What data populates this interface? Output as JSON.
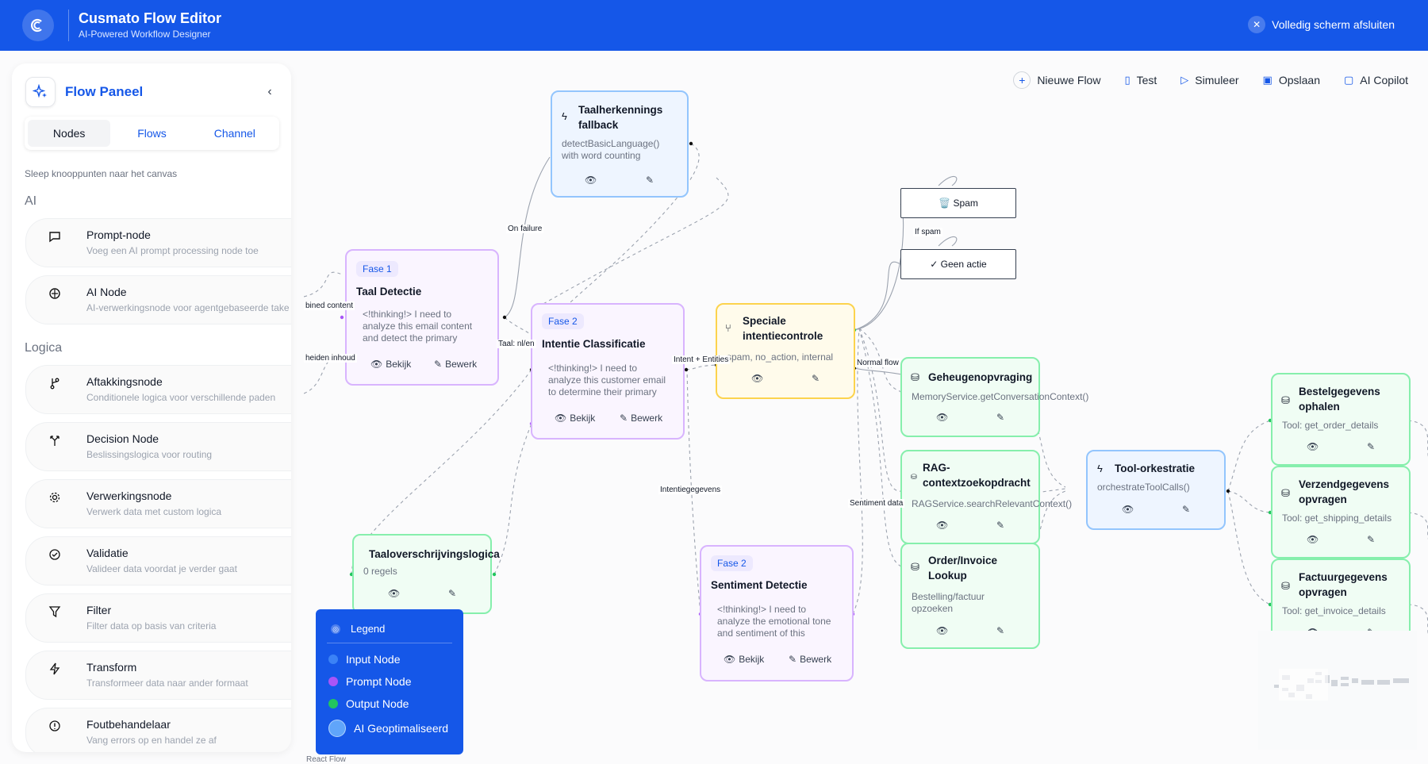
{
  "header": {
    "title": "Cusmato Flow Editor",
    "subtitle": "AI-Powered Workflow Designer",
    "exit_fullscreen": "Volledig scherm afsluiten"
  },
  "sidebar": {
    "title": "Flow Paneel",
    "tabs": [
      "Nodes",
      "Flows",
      "Channel"
    ],
    "hint": "Sleep knooppunten naar het canvas",
    "section_ai": "AI",
    "section_logic": "Logica",
    "items": [
      {
        "title": "Prompt-node",
        "desc": "Voeg een AI prompt processing node toe",
        "icon": "chat-icon"
      },
      {
        "title": "AI Node",
        "desc": "AI-verwerkingsnode voor agentgebaseerde take",
        "icon": "brain-icon"
      },
      {
        "title": "Aftakkingsnode",
        "desc": "Conditionele logica voor verschillende paden",
        "icon": "branch-icon"
      },
      {
        "title": "Decision Node",
        "desc": "Beslissingslogica voor routing",
        "icon": "split-icon"
      },
      {
        "title": "Verwerkingsnode",
        "desc": "Verwerk data met custom logica",
        "icon": "gear-icon"
      },
      {
        "title": "Validatie",
        "desc": "Valideer data voordat je verder gaat",
        "icon": "check-circle-icon"
      },
      {
        "title": "Filter",
        "desc": "Filter data op basis van criteria",
        "icon": "filter-icon"
      },
      {
        "title": "Transform",
        "desc": "Transformeer data naar ander formaat",
        "icon": "bolt-icon"
      },
      {
        "title": "Foutbehandelaar",
        "desc": "Vang errors op en handel ze af",
        "icon": "alert-icon"
      }
    ]
  },
  "toolbar": {
    "new_flow": "Nieuwe Flow",
    "test": "Test",
    "simulate": "Simuleer",
    "save": "Opslaan",
    "copilot": "AI Copilot"
  },
  "actions": {
    "view": "Bekijk",
    "edit": "Bewerk"
  },
  "nodes": {
    "fallback": {
      "title1": "Taalherkennings",
      "title2": "fallback",
      "desc1": "detectBasicLanguage()",
      "desc2": "with word counting"
    },
    "taal": {
      "badge": "Fase 1",
      "title": "Taal Detectie",
      "desc": "<!thinking!> I need to analyze this email content and detect the primary"
    },
    "intentie": {
      "badge": "Fase 2",
      "title": "Intentie Classificatie",
      "desc": "<!thinking!> I need to analyze this customer email to determine their primary"
    },
    "speciale": {
      "title1": "Speciale",
      "title2": "intentiecontrole",
      "sub": "spam, no_action, internal"
    },
    "sentiment": {
      "badge": "Fase 2",
      "title": "Sentiment Detectie",
      "desc": "<!thinking!> I need to analyze the emotional tone and sentiment of this"
    },
    "regels": {
      "title": "Taaloverschrijvingslogica",
      "sub": "0 regels"
    },
    "geheugen": {
      "title": "Geheugenopvraging",
      "sub": "MemoryService.getConversationContext()"
    },
    "rag": {
      "title1": "RAG-",
      "title2": "contextzoekopdracht",
      "sub": "RAGService.searchRelevantContext()"
    },
    "order": {
      "title1": "Order/Invoice",
      "title2": "Lookup",
      "sub1": "Bestelling/factuur",
      "sub2": "opzoeken"
    },
    "tool": {
      "title": "Tool-orkestratie",
      "sub": "orchestrateToolCalls()"
    },
    "bestel": {
      "title1": "Bestelgegevens",
      "title2": "ophalen",
      "sub": "Tool: get_order_details"
    },
    "verzend": {
      "title1": "Verzendgegevens",
      "title2": "opvragen",
      "sub": "Tool: get_shipping_details"
    },
    "factuur": {
      "title1": "Factuurgegevens",
      "title2": "opvragen",
      "sub": "Tool: get_invoice_details"
    },
    "spam": "🗑️ Spam",
    "geen": "✓ Geen actie"
  },
  "edge_labels": {
    "on_failure": "On failure",
    "combined": "bined content",
    "scheiden": "heiden inhoud",
    "taal_nl": "Taal: nl/en",
    "intent": "Intent + Entities",
    "normal": "Normal flow",
    "if_spam": "If spam",
    "intentiegegevens": "Intentiegegevens",
    "sentiment_data": "Sentiment data"
  },
  "legend": {
    "title": "Legend",
    "items": [
      {
        "label": "Input Node",
        "color": "#3b82f6"
      },
      {
        "label": "Prompt Node",
        "color": "#a855f7"
      },
      {
        "label": "Output Node",
        "color": "#22c55e"
      },
      {
        "label": "AI Geoptimaliseerd",
        "color": "#60a5fa"
      }
    ]
  },
  "attribution": "React Flow",
  "colors": {
    "brand": "#1557e8",
    "blue_node": "#93c5fd",
    "purple_node": "#d8b4fe",
    "yellow_node": "#fcd34d",
    "green_node": "#86efac"
  }
}
